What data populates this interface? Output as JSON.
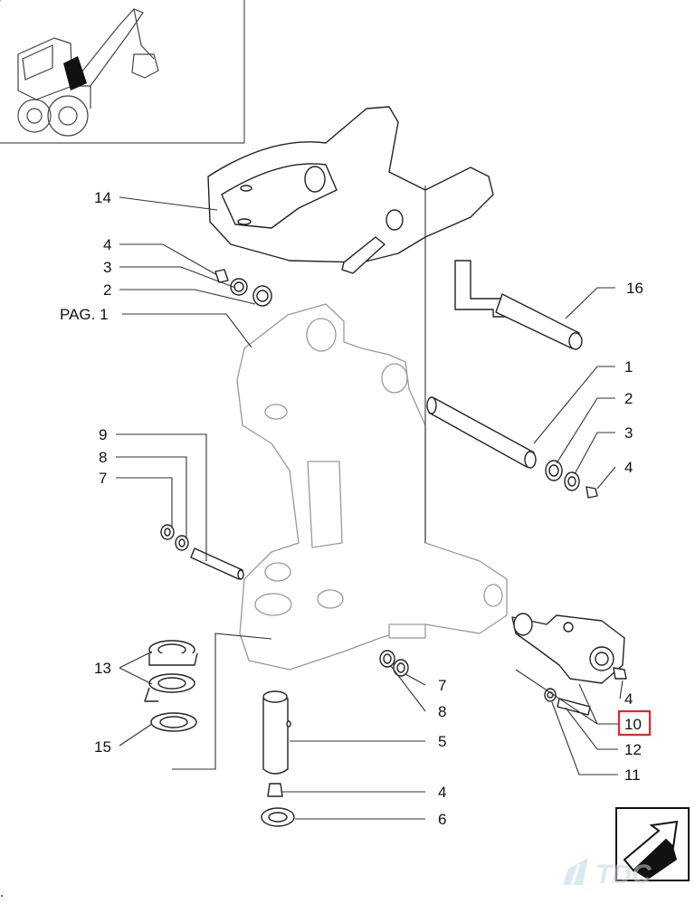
{
  "callouts": {
    "c14": "14",
    "c4a": "4",
    "c3a": "3",
    "c2a": "2",
    "pag1": "PAG. 1",
    "c16": "16",
    "c1": "1",
    "c2b": "2",
    "c3b": "3",
    "c4b": "4",
    "c9": "9",
    "c8a": "8",
    "c7a": "7",
    "c7b": "7",
    "c8b": "8",
    "c4c": "4",
    "c10": "10",
    "c12": "12",
    "c11": "11",
    "c13": "13",
    "c15": "15",
    "c5": "5",
    "c4d": "4",
    "c6": "6"
  },
  "highlight_color": "#e8232a",
  "watermark": {
    "text": "TDC",
    "color": "#c9d3dd"
  },
  "icons": [
    "machine-thumbnail-icon",
    "next-page-arrow-icon",
    "tdc-logo-icon"
  ]
}
